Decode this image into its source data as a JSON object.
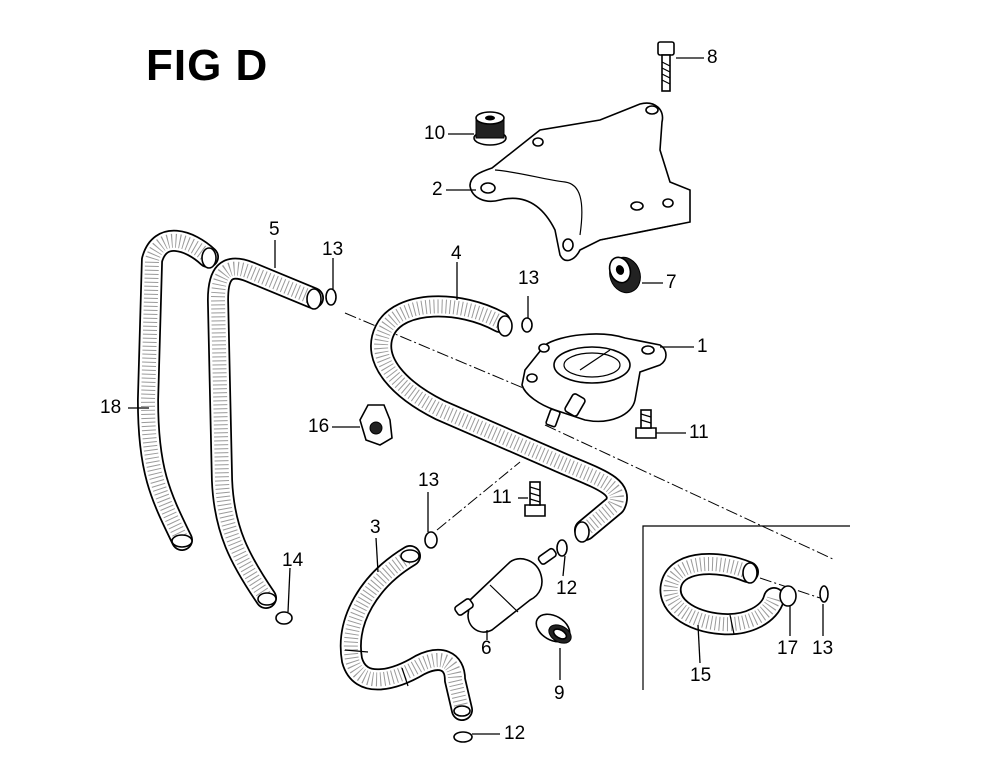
{
  "title": "FIG D",
  "callouts": {
    "p1": "1",
    "p2": "2",
    "p3": "3",
    "p4": "4",
    "p5": "5",
    "p6": "6",
    "p7": "7",
    "p8": "8",
    "p9": "9",
    "p10": "10",
    "p11a": "11",
    "p11b": "11",
    "p12a": "12",
    "p12b": "12",
    "p13a": "13",
    "p13b": "13",
    "p13c": "13",
    "p13d": "13",
    "p14": "14",
    "p15": "15",
    "p16": "16",
    "p17": "17",
    "p18": "18"
  }
}
